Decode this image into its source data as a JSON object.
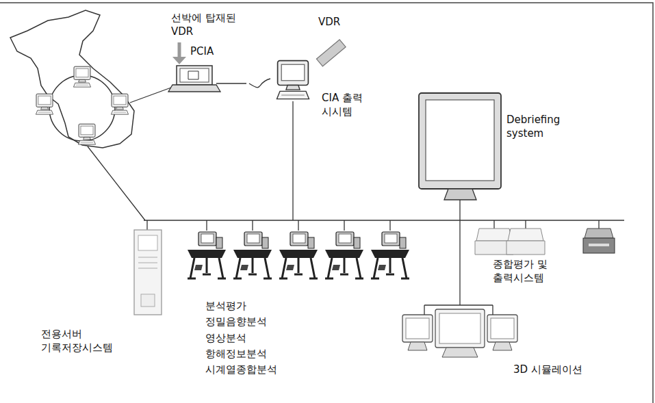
{
  "diagram": {
    "nodes": [
      {
        "text": [
          "선박에 탑재된 VDR"
        ]
      },
      {
        "text": [
          "VDR"
        ]
      },
      {
        "text": [
          "CIA 출력 시시템"
        ]
      },
      {
        "text": [
          "Debriefing system"
        ]
      },
      {
        "text": [
          "전용서버 기록저장시스템"
        ]
      },
      {
        "text": [
          "분석평가 정밀음향분석 영상분석 항해정보분석 시계열종합분석"
        ]
      },
      {
        "text": [
          "종합평가 및 출력시스템"
        ]
      },
      {
        "text": [
          "3D 시뮬레이션"
        ]
      }
    ],
    "edges": [
      {
        "from": 0,
        "to": 2,
        "arrow": "none"
      }
    ],
    "labels": [
      "PCIA"
    ]
  }
}
